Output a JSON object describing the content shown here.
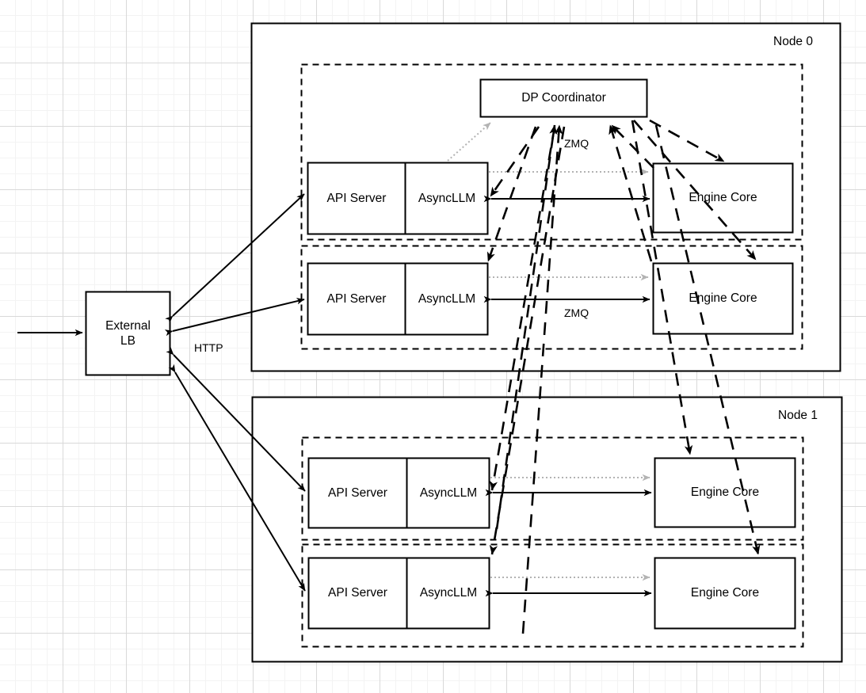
{
  "diagram": {
    "title": "vLLM data-parallel deployment topology",
    "colors": {
      "stroke": "#000000",
      "fill": "#ffffff",
      "dotted_gray": "#b3b3b3",
      "grid_major": "#d9d9d9",
      "grid_minor": "#f3f3f3"
    },
    "external_lb": {
      "label": "External\nLB"
    },
    "dp_coordinator": {
      "label": "DP Coordinator"
    },
    "nodes": [
      {
        "name": "Node 0",
        "groups": [
          {
            "api_server": "API Server",
            "async_llm": "AsyncLLM",
            "engine_core": "Engine Core"
          },
          {
            "api_server": "API Server",
            "async_llm": "AsyncLLM",
            "engine_core": "Engine Core"
          }
        ]
      },
      {
        "name": "Node 1",
        "groups": [
          {
            "api_server": "API Server",
            "async_llm": "AsyncLLM",
            "engine_core": "Engine Core"
          },
          {
            "api_server": "API Server",
            "async_llm": "AsyncLLM",
            "engine_core": "Engine Core"
          }
        ]
      }
    ],
    "edge_labels": {
      "http": "HTTP",
      "zmq_top": "ZMQ",
      "zmq_mid": "ZMQ"
    }
  }
}
